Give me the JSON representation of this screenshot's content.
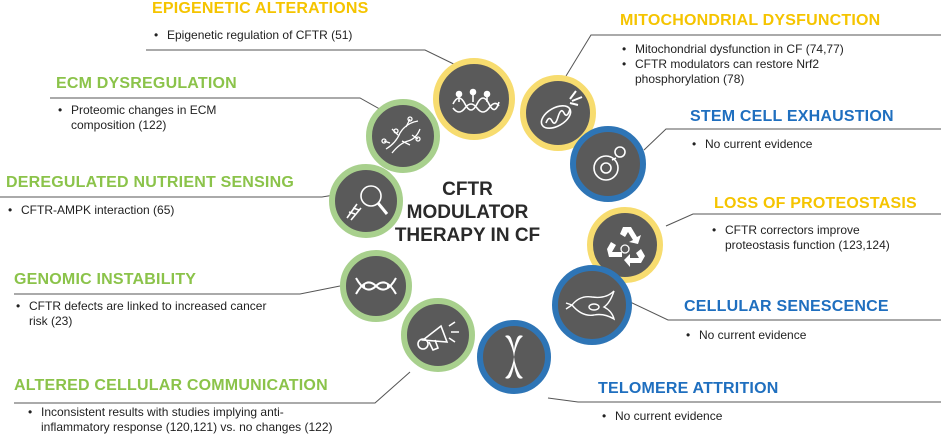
{
  "center_title": [
    "CFTR",
    "MODULATOR",
    "THERAPY IN CF"
  ],
  "colors": {
    "yellow": "#f5c400",
    "green": "#8bc34a",
    "blue": "#1f6fbf",
    "ring_yellow": "#f7dc6f",
    "ring_green": "#a8d08d",
    "ring_blue": "#2e75b6",
    "disc": "#5a5a5a"
  },
  "hallmarks": [
    {
      "title": "EPIGENETIC ALTERATIONS",
      "color": "yellow",
      "bullets": [
        "Epigenetic regulation of CFTR (51)"
      ],
      "icon": "dna-methylation-icon"
    },
    {
      "title": "MITOCHONDRIAL DYSFUNCTION",
      "color": "yellow",
      "bullets": [
        "Mitochondrial dysfunction in CF (74,77)",
        "CFTR modulators can restore Nrf2 phosphorylation (78)"
      ],
      "icon": "mitochondrion-icon"
    },
    {
      "title": "ECM DYSREGULATION",
      "color": "green",
      "bullets": [
        "Proteomic changes in ECM composition (122)"
      ],
      "icon": "fiber-network-icon"
    },
    {
      "title": "STEM CELL EXHAUSTION",
      "color": "blue",
      "bullets": [
        "No current evidence"
      ],
      "icon": "stem-cell-icon"
    },
    {
      "title": "DEREGULATED NUTRIENT SENSING",
      "color": "green",
      "bullets": [
        "CFTR-AMPK interaction (65)"
      ],
      "icon": "magnifier-icon"
    },
    {
      "title": "LOSS OF PROTEOSTASIS",
      "color": "yellow",
      "bullets": [
        "CFTR correctors improve proteostasis function (123,124)"
      ],
      "icon": "recycle-icon"
    },
    {
      "title": "GENOMIC INSTABILITY",
      "color": "green",
      "bullets": [
        "CFTR defects are linked to increased cancer risk (23)"
      ],
      "icon": "broken-dna-icon"
    },
    {
      "title": "CELLULAR SENESCENCE",
      "color": "blue",
      "bullets": [
        "No current evidence"
      ],
      "icon": "senescent-cell-icon"
    },
    {
      "title": "ALTERED CELLULAR COMMUNICATION",
      "color": "green",
      "bullets": [
        "Inconsistent results with studies implying anti-inflammatory response (120,121) vs. no changes (122)"
      ],
      "icon": "megaphone-icon"
    },
    {
      "title": "TELOMERE ATTRITION",
      "color": "blue",
      "bullets": [
        "No current evidence"
      ],
      "icon": "chromosome-icon"
    }
  ]
}
